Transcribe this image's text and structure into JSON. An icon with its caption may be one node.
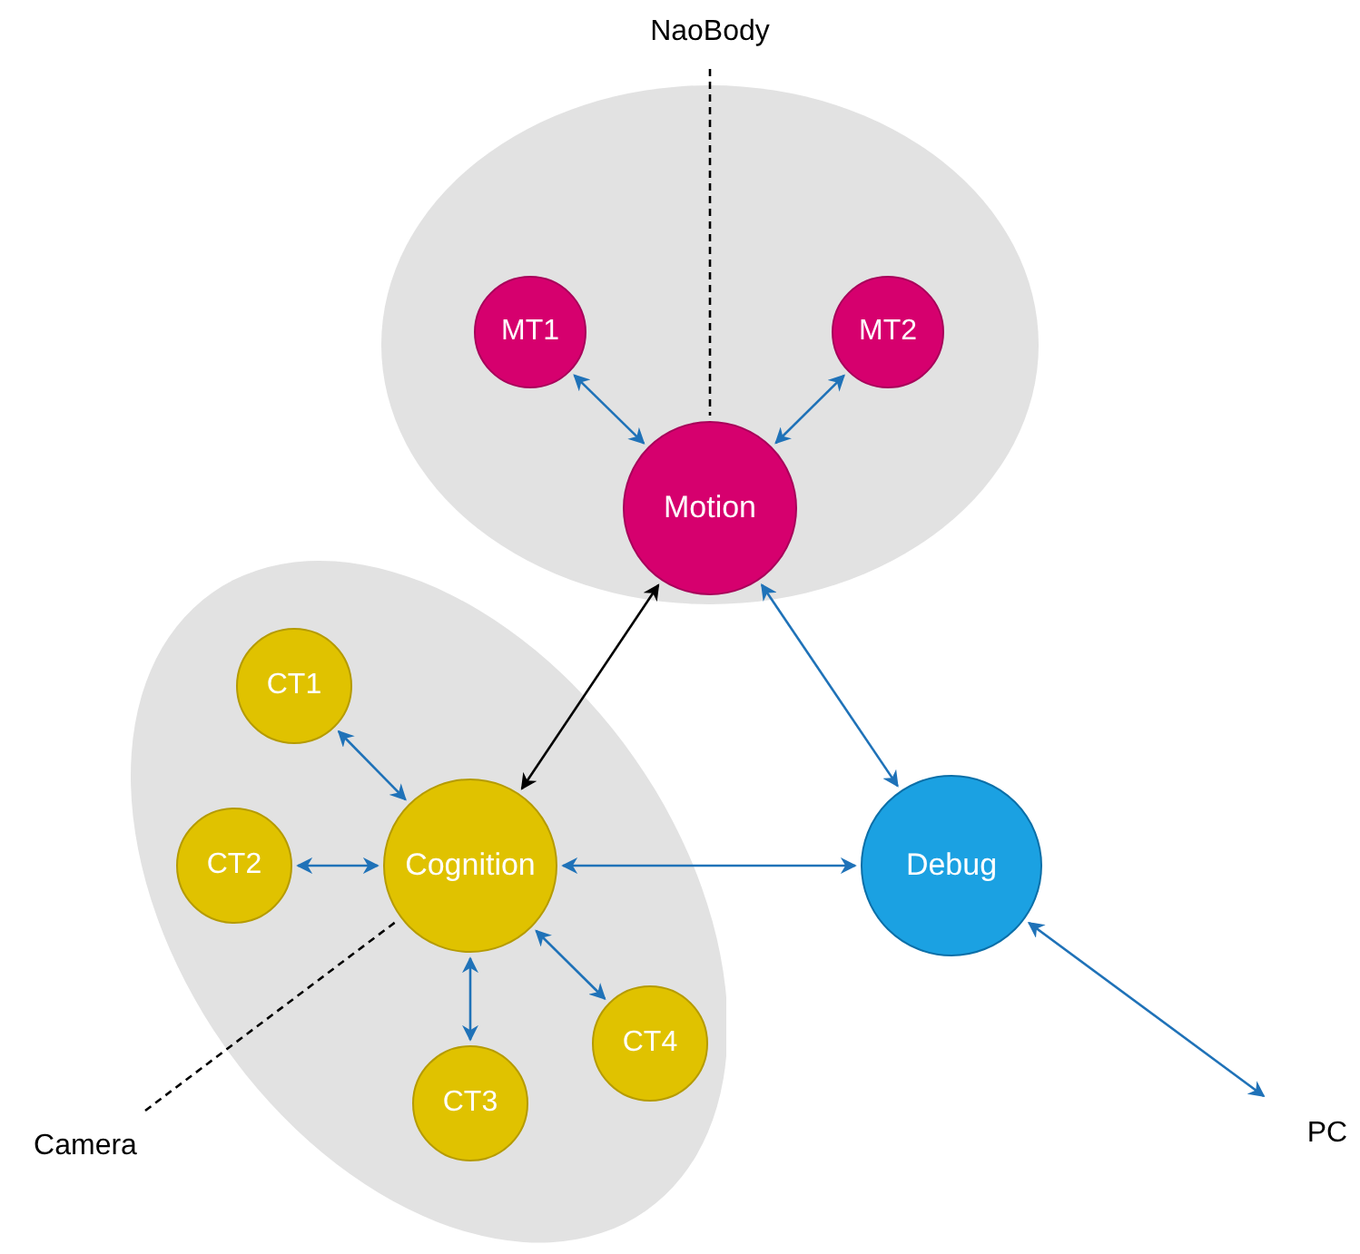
{
  "diagram": {
    "nodes": [
      {
        "text": [],
        "shape": "ellipse"
      },
      {
        "text": [
          "MT1"
        ],
        "in": 0
      },
      {
        "text": [
          "MT2"
        ],
        "in": 0
      },
      {
        "text": [
          "Motion"
        ],
        "in": 0
      },
      {
        "text": [],
        "shape": "ellipse"
      },
      {
        "text": [
          "CT1"
        ],
        "in": 4
      },
      {
        "text": [
          "CT2"
        ],
        "in": 4
      },
      {
        "text": [
          "Cognition"
        ],
        "in": 4
      },
      {
        "text": [
          "CT3"
        ],
        "in": 4
      },
      {
        "text": [
          "CT4"
        ],
        "in": 4
      },
      {
        "text": [
          "Debug"
        ]
      },
      {
        "text": [
          "NaoBody"
        ]
      },
      {
        "text": [
          "Camera"
        ]
      },
      {
        "text": [
          "PC"
        ]
      }
    ],
    "edges": [
      {
        "from": 1,
        "to": 3,
        "arrow": "both"
      },
      {
        "from": 2,
        "to": 3,
        "arrow": "both"
      },
      {
        "from": 3,
        "to": 7,
        "arrow": "both",
        "color": "#000000"
      },
      {
        "from": 3,
        "to": 10,
        "arrow": "both"
      },
      {
        "from": 7,
        "to": 10,
        "arrow": "both"
      },
      {
        "from": 5,
        "to": 7,
        "arrow": "both"
      },
      {
        "from": 6,
        "to": 7,
        "arrow": "both"
      },
      {
        "from": 8,
        "to": 7,
        "arrow": "both"
      },
      {
        "from": 9,
        "to": 7,
        "arrow": "both"
      },
      {
        "from": 10,
        "to": 13,
        "arrow": "both"
      },
      {
        "from": 11,
        "to": 3,
        "arrow": "none",
        "style": "dashed",
        "color": "#000000"
      },
      {
        "from": 12,
        "to": 7,
        "arrow": "none",
        "style": "dashed",
        "color": "#000000"
      }
    ]
  }
}
